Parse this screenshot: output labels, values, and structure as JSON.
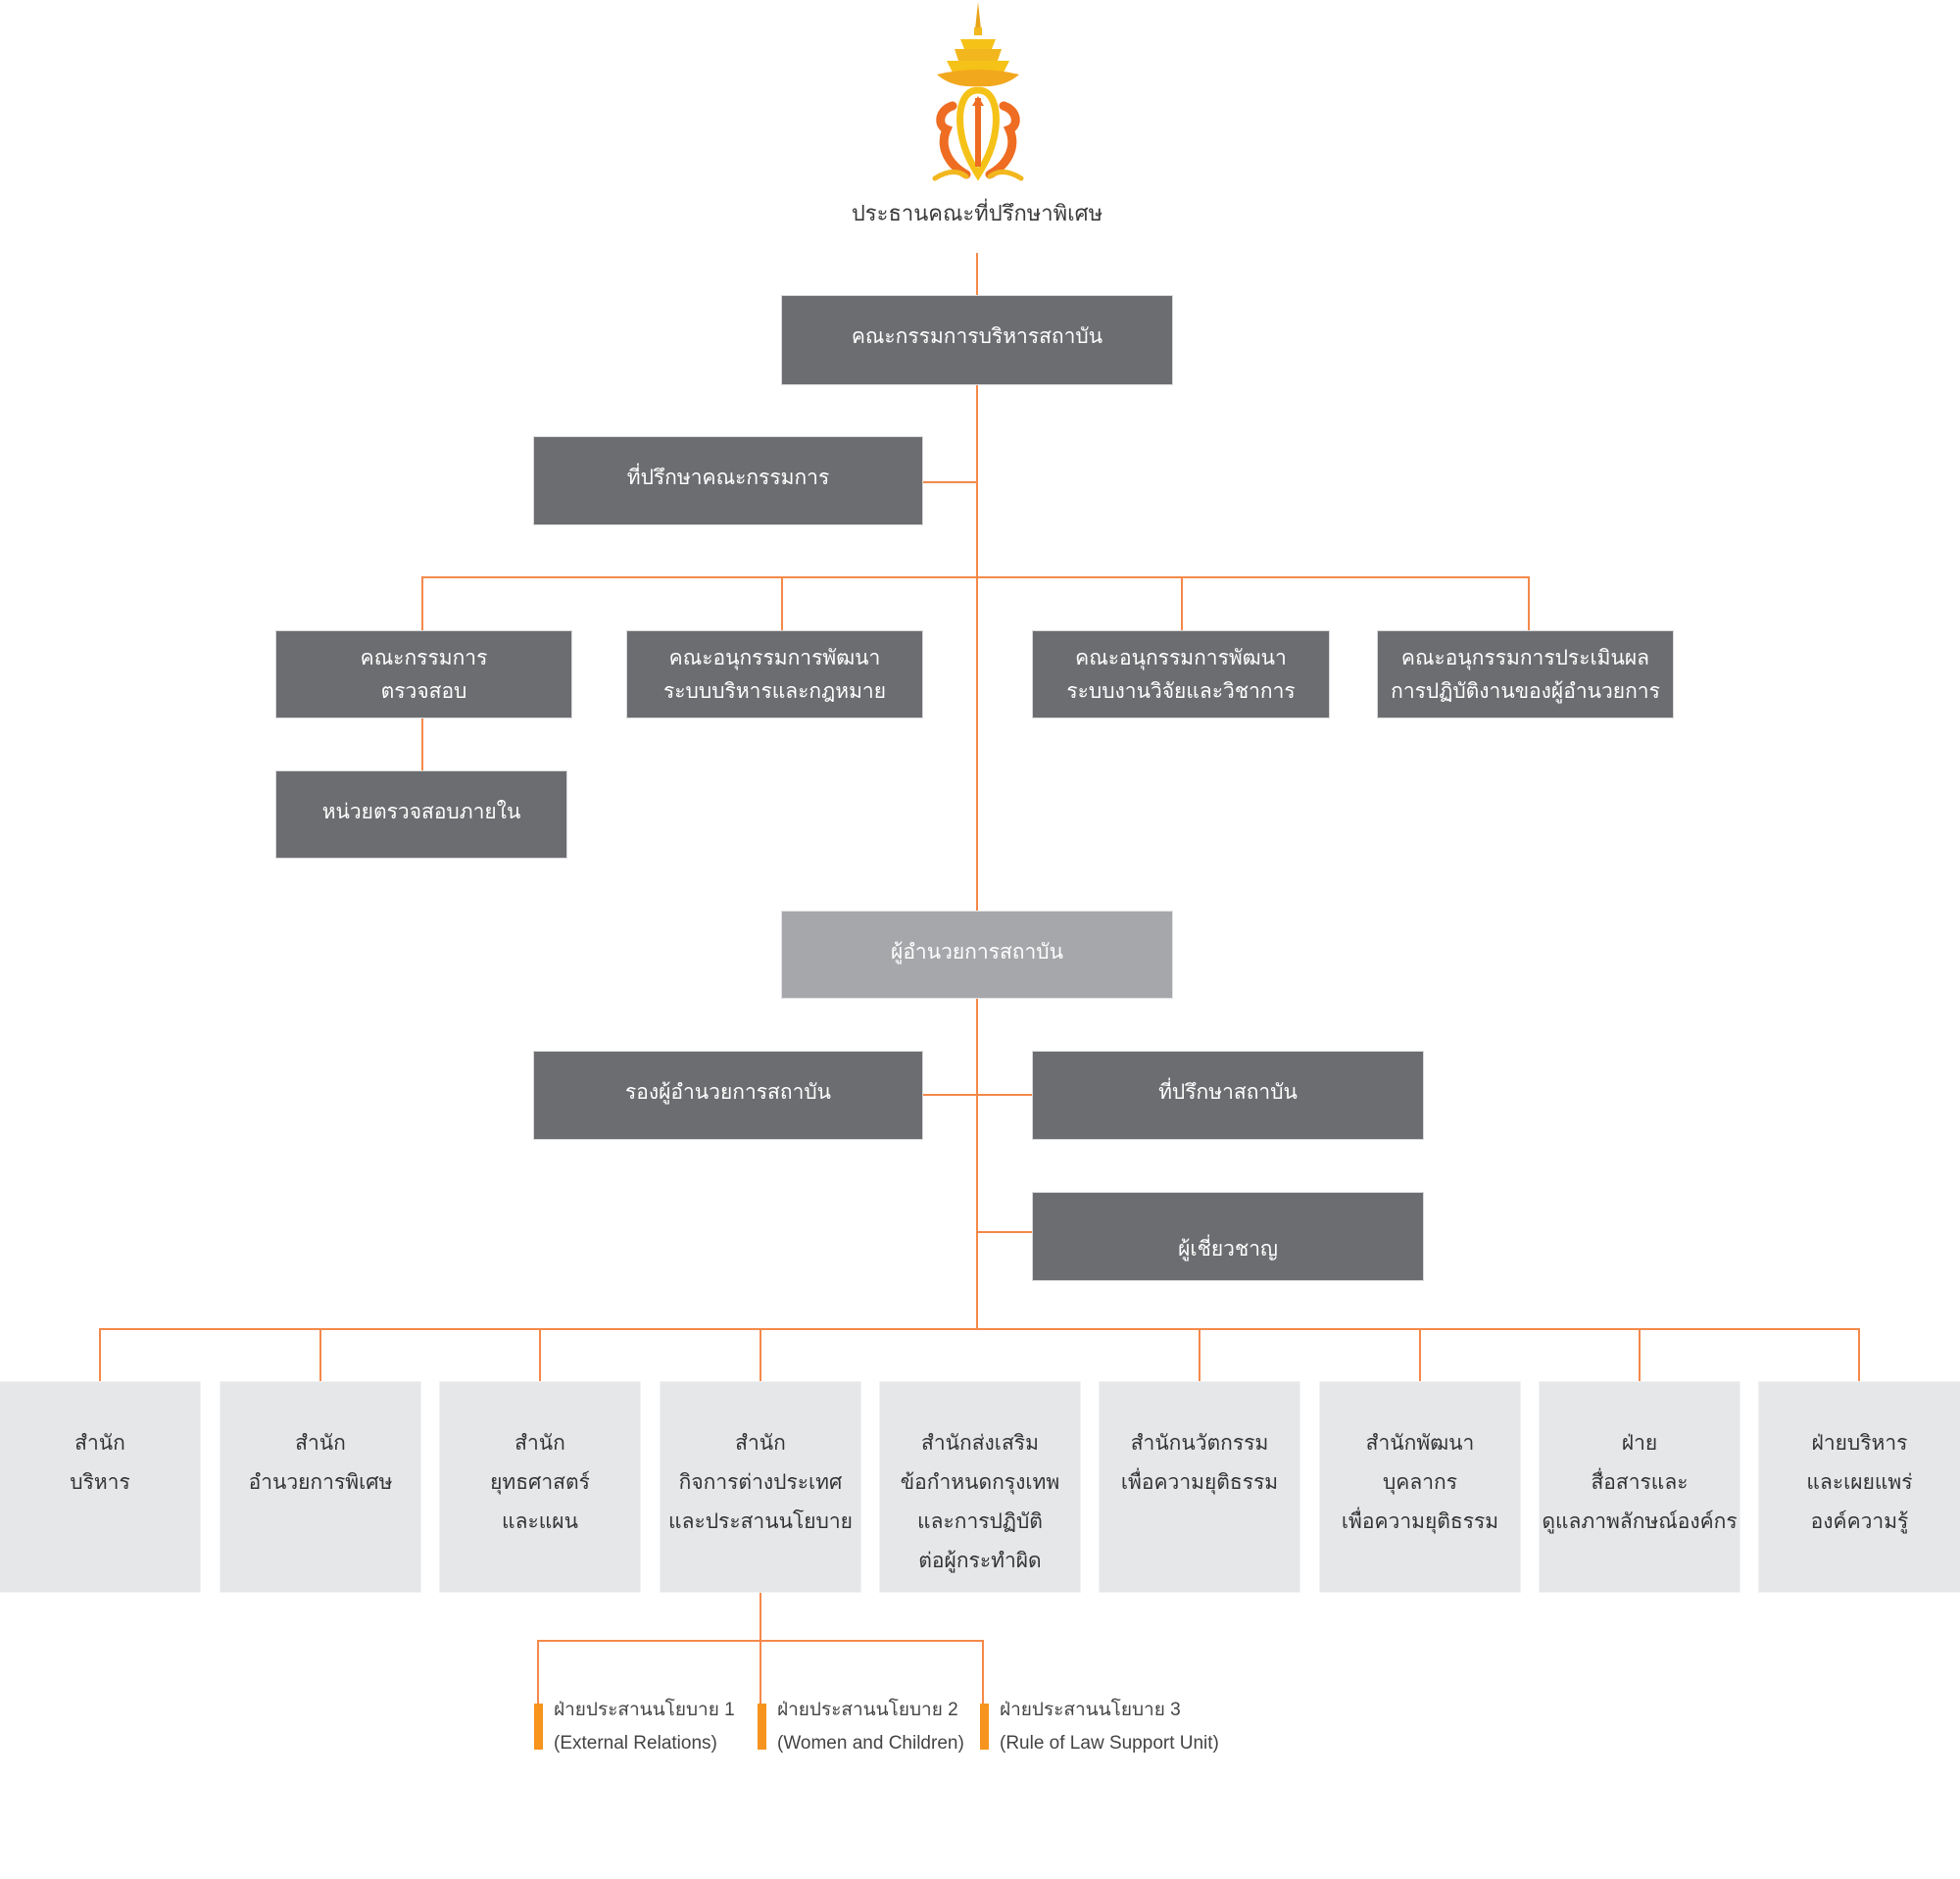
{
  "chart_title_node": {
    "emblem": "royal-cipher-emblem",
    "label": "ประธานคณะที่ปรึกษาพิเศษ"
  },
  "colors": {
    "connector": "#f4894a",
    "box_dark": "#6c6d70",
    "box_director": "#a6a7aa",
    "box_department": "#e6e7e9",
    "accent_bar": "#f7941d"
  },
  "board": {
    "label": "คณะกรรมการบริหารสถาบัน",
    "advisor": "ที่ปรึกษาคณะกรรมการ"
  },
  "committees": [
    {
      "lines": [
        "คณะกรรมการ",
        "ตรวจสอบ"
      ]
    },
    {
      "lines": [
        "คณะอนุกรรมการพัฒนา",
        "ระบบบริหารและกฎหมาย"
      ]
    },
    {
      "lines": [
        "คณะอนุกรรมการพัฒนา",
        "ระบบงานวิจัยและวิชาการ"
      ]
    },
    {
      "lines": [
        "คณะอนุกรรมการประเมินผล",
        "การปฏิบัติงานของผู้อำนวยการ"
      ]
    }
  ],
  "internal_audit": "หน่วยตรวจสอบภายใน",
  "director": "ผู้อำนวยการสถาบัน",
  "deputy_director": "รองผู้อำนวยการสถาบัน",
  "institute_advisor": "ที่ปรึกษาสถาบัน",
  "experts": "ผู้เชี่ยวชาญ",
  "departments": [
    {
      "lines": [
        "สำนัก",
        "บริหาร"
      ]
    },
    {
      "lines": [
        "สำนัก",
        "อำนวยการพิเศษ"
      ]
    },
    {
      "lines": [
        "สำนัก",
        "ยุทธศาสตร์",
        "และแผน"
      ]
    },
    {
      "lines": [
        "สำนัก",
        "กิจการต่างประเทศ",
        "และประสานนโยบาย"
      ]
    },
    {
      "lines": [
        "สำนักส่งเสริม",
        "ข้อกำหนดกรุงเทพ",
        "และการปฏิบัติ",
        "ต่อผู้กระทำผิด"
      ]
    },
    {
      "lines": [
        "สำนักนวัตกรรม",
        "เพื่อความยุติธรรม"
      ]
    },
    {
      "lines": [
        "สำนักพัฒนา",
        "บุคลากร",
        "เพื่อความยุติธรรม"
      ]
    },
    {
      "lines": [
        "ฝ่าย",
        "สื่อสารและ",
        "ดูแลภาพลักษณ์องค์กร"
      ]
    },
    {
      "lines": [
        "ฝ่ายบริหาร",
        "และเผยแพร่",
        "องค์ความรู้"
      ]
    }
  ],
  "policy_units": [
    {
      "lines": [
        "ฝ่ายประสานนโยบาย 1",
        "(External Relations)"
      ]
    },
    {
      "lines": [
        "ฝ่ายประสานนโยบาย 2",
        "(Women and Children)"
      ]
    },
    {
      "lines": [
        "ฝ่ายประสานนโยบาย 3",
        "(Rule of Law Support Unit)"
      ]
    }
  ]
}
